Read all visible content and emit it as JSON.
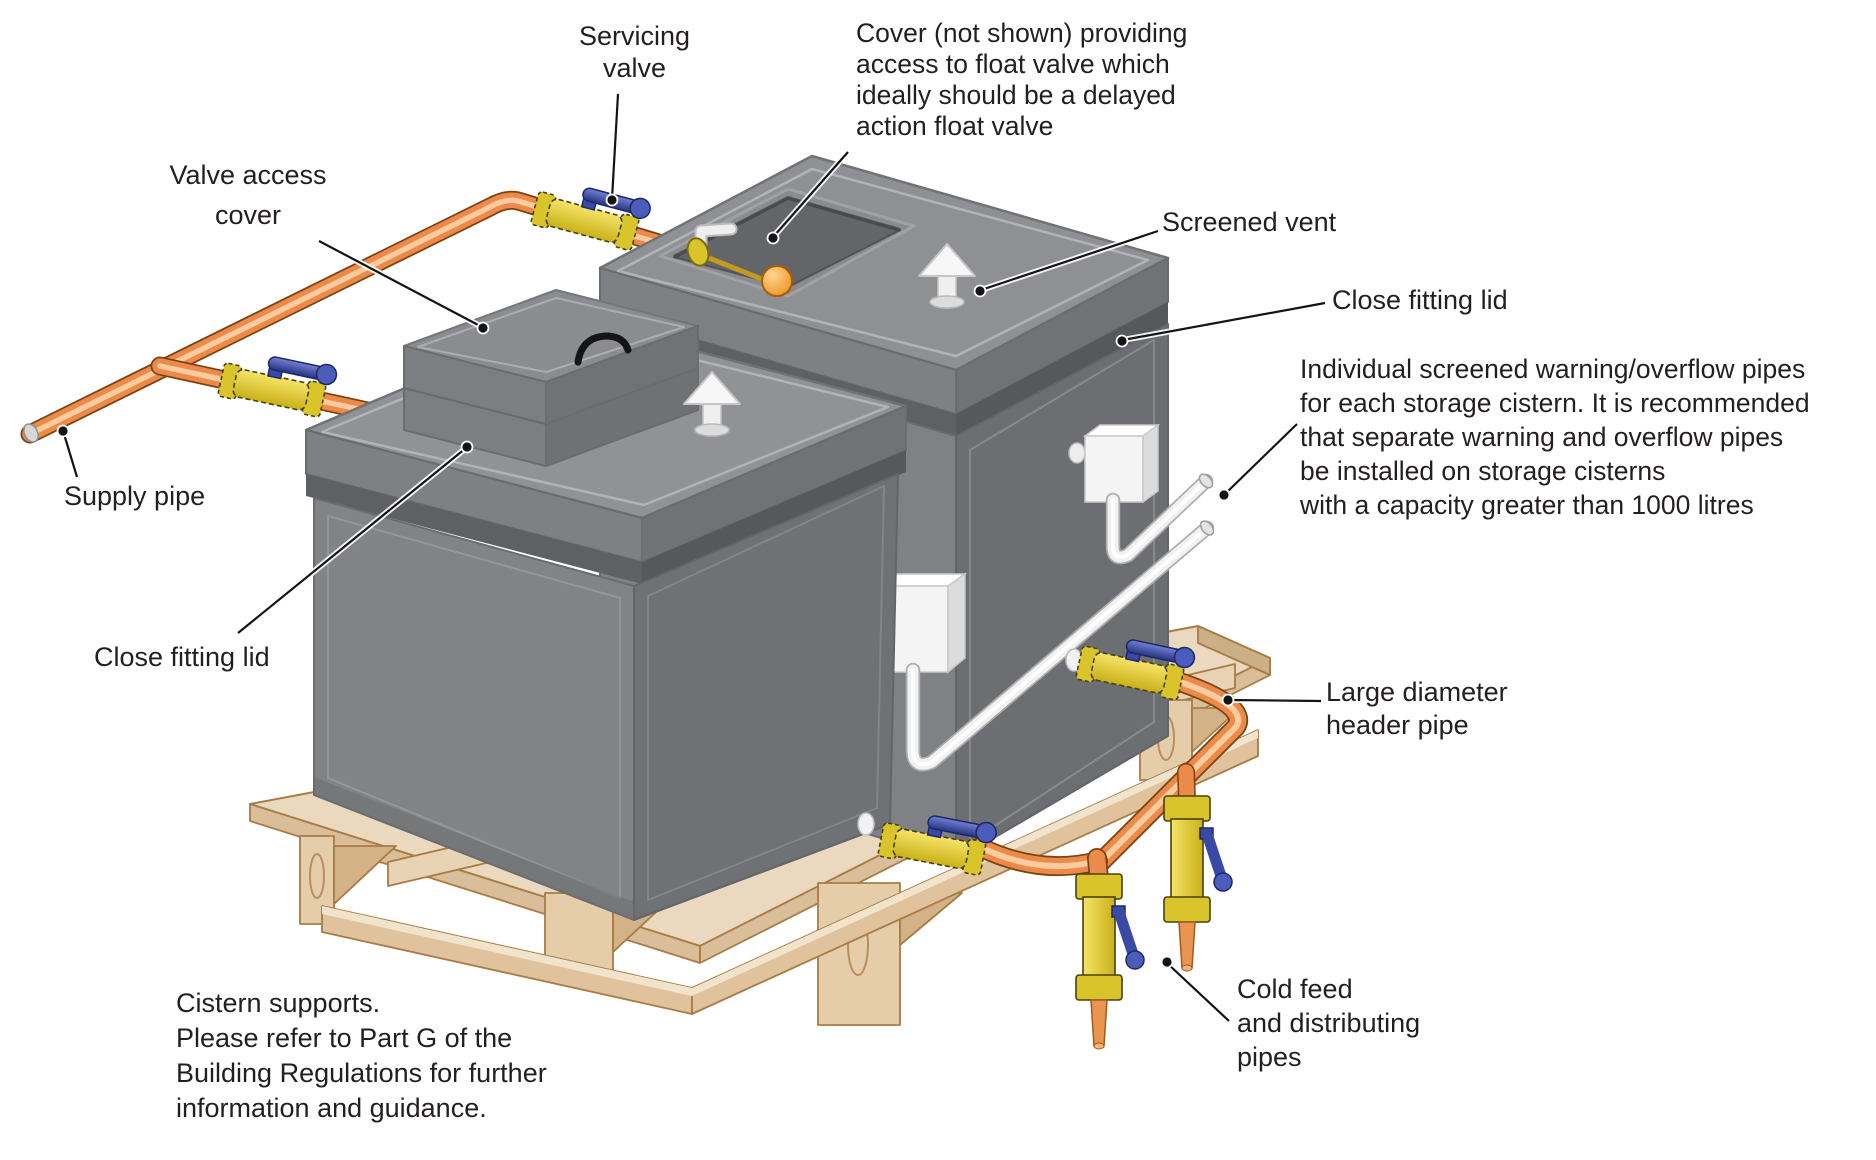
{
  "figure": {
    "kind": "technical-illustration",
    "subject": "Two cold water storage cisterns on a timber pallet with supply, overflow and distribution pipework"
  },
  "labels": {
    "servicing_valve": {
      "lines": [
        "Servicing",
        "valve"
      ]
    },
    "cover_note": {
      "lines": [
        "Cover (not shown) providing",
        "access to float valve which",
        "ideally should be a delayed",
        "action float valve"
      ]
    },
    "valve_access_cover": {
      "lines": [
        "Valve access",
        "cover"
      ]
    },
    "screened_vent": {
      "lines": [
        "Screened vent"
      ]
    },
    "close_fitting_lid_right": {
      "lines": [
        "Close fitting lid"
      ]
    },
    "overflow_note": {
      "lines": [
        "Individual screened warning/overflow pipes",
        "for each storage cistern. It is recommended",
        "that separate warning and overflow pipes",
        "be installed on storage cisterns",
        "with a capacity greater than 1000 litres"
      ]
    },
    "supply_pipe": {
      "lines": [
        "Supply pipe"
      ]
    },
    "close_fitting_lid_left": {
      "lines": [
        "Close fitting lid"
      ]
    },
    "header_pipe": {
      "lines": [
        "Large diameter",
        "header pipe"
      ]
    },
    "cistern_supports": {
      "lines": [
        "Cistern supports.",
        "Please refer to Part G of the",
        "Building Regulations for further",
        "information and guidance."
      ]
    },
    "cold_feed": {
      "lines": [
        "Cold feed",
        "and distributing",
        "pipes"
      ]
    }
  },
  "colors": {
    "background": "#FFFFFF",
    "text": "#231F20",
    "leader_line": "#141414",
    "cistern_lid_top": "#8E9093",
    "cistern_side_light": "#7F8184",
    "cistern_side_dark": "#6C6E71",
    "cistern_gap_band": "#5E6063",
    "cistern_edge_highlight": "#B3B5B7",
    "copper_pipe": "#EC8A49",
    "copper_highlight": "#FFD2A6",
    "valve_body_yellow": "#E0CB2F",
    "valve_handle_blue": "#35439B",
    "overflow_pipe_white": "#F1F1F1",
    "float_ball_orange": "#F08A1D",
    "wood_light": "#EBD9BF",
    "wood_mid": "#E0C29C",
    "wood_outline": "#A87C45"
  }
}
